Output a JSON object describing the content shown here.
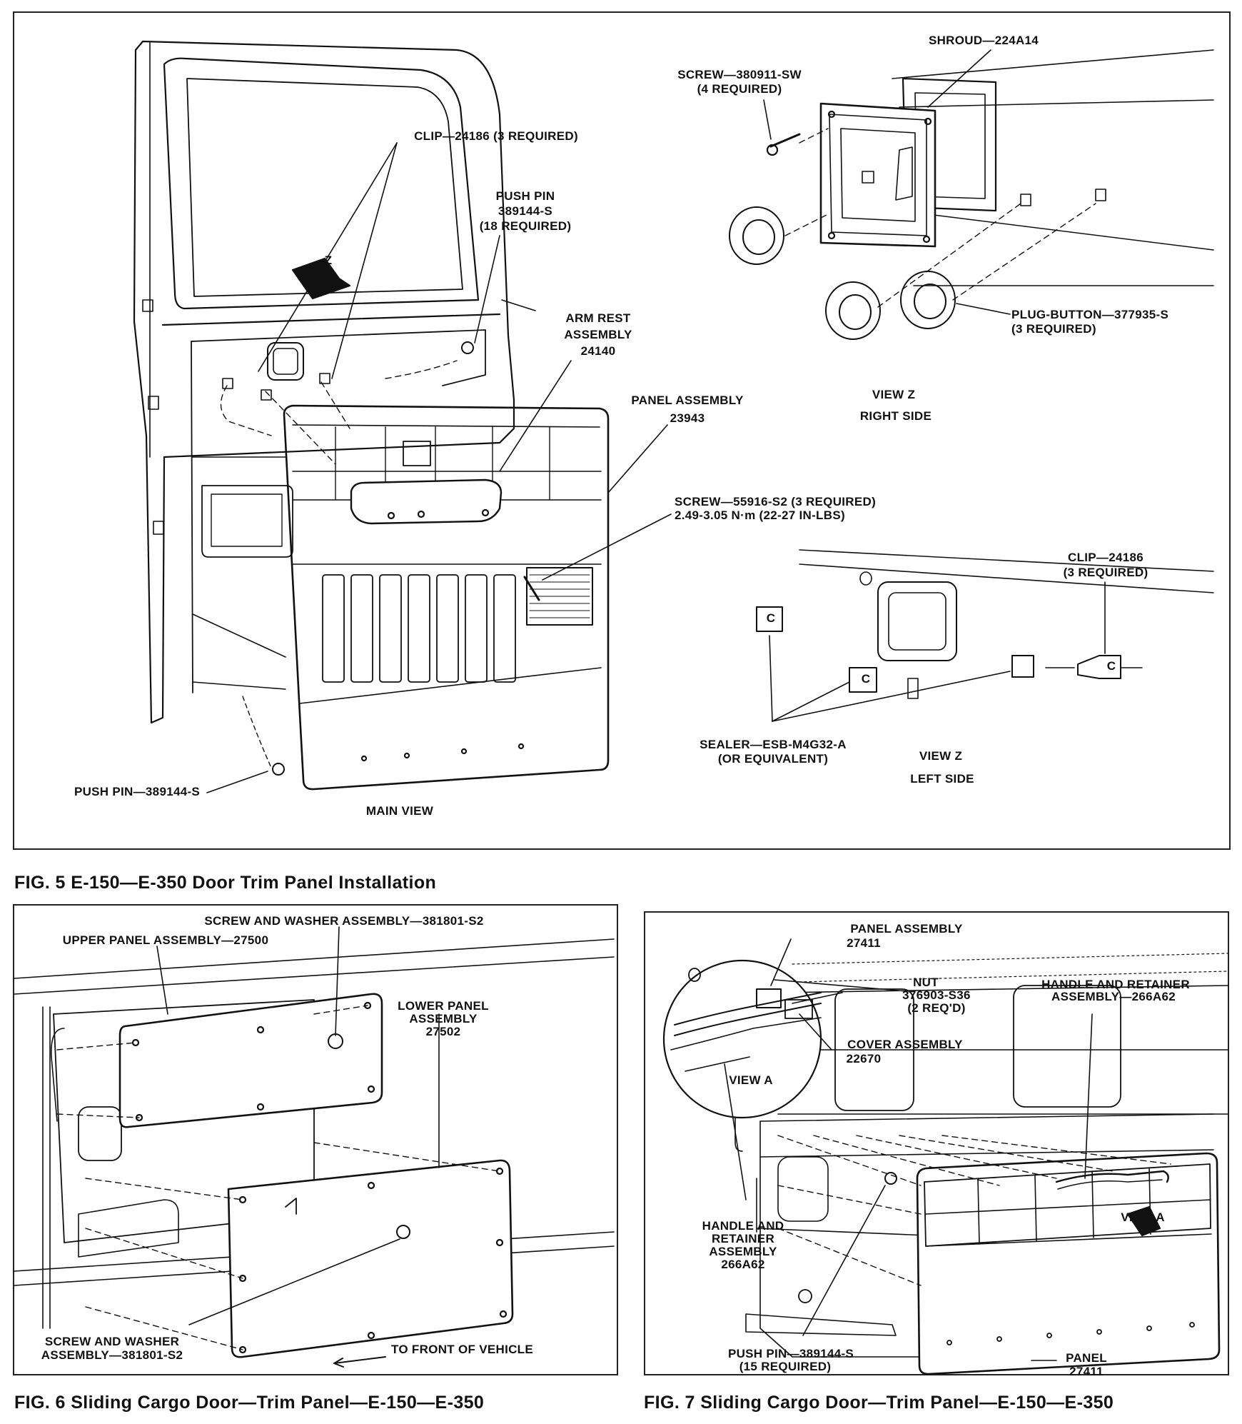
{
  "fig5": {
    "caption": "FIG. 5 E-150—E-350 Door Trim Panel Installation",
    "main_view": {
      "title": "MAIN VIEW",
      "arrow_label": "Z",
      "clip": "CLIP—24186 (3 REQUIRED)",
      "push_pin_upper": [
        "PUSH PIN",
        "389144-S",
        "(18 REQUIRED)"
      ],
      "arm_rest": [
        "ARM REST",
        "ASSEMBLY",
        "24140"
      ],
      "panel_assembly": [
        "PANEL ASSEMBLY",
        "23943"
      ],
      "screw": [
        "SCREW—55916-S2 (3 REQUIRED)",
        "2.49-3.05 N·m (22-27 IN-LBS)"
      ],
      "push_pin_lower": "PUSH PIN—389144-S"
    },
    "view_z_right": {
      "shroud": "SHROUD—224A14",
      "screw": [
        "SCREW—380911-SW",
        "(4 REQUIRED)"
      ],
      "plug_button": [
        "PLUG-BUTTON—377935-S",
        "(3 REQUIRED)"
      ],
      "title": [
        "VIEW Z",
        "RIGHT SIDE"
      ]
    },
    "view_z_left": {
      "clip": [
        "CLIP—24186",
        "(3 REQUIRED)"
      ],
      "sealer": [
        "SEALER—ESB-M4G32-A",
        "(OR EQUIVALENT)"
      ],
      "title": [
        "VIEW Z",
        "LEFT SIDE"
      ],
      "clip_letter": "C"
    }
  },
  "fig6": {
    "caption": "FIG. 6 Sliding Cargo Door—Trim Panel—E-150—E-350",
    "screw_top": "SCREW AND WASHER ASSEMBLY—381801-S2",
    "upper_panel": "UPPER PANEL ASSEMBLY—27500",
    "lower_panel": [
      "LOWER PANEL",
      "ASSEMBLY",
      "27502"
    ],
    "screw_bottom": [
      "SCREW AND WASHER",
      "ASSEMBLY—381801-S2"
    ],
    "to_front": "TO FRONT OF VEHICLE"
  },
  "fig7": {
    "caption": "FIG. 7 Sliding Cargo Door—Trim Panel—E-150—E-350",
    "panel_assembly": [
      "PANEL ASSEMBLY",
      "27411"
    ],
    "nut": [
      "NUT",
      "376903-S36",
      "(2 REQ'D)"
    ],
    "handle_top": [
      "HANDLE AND RETAINER",
      "ASSEMBLY—266A62"
    ],
    "cover": [
      "COVER ASSEMBLY",
      "22670"
    ],
    "view_a_left": "VIEW A",
    "view_a_right": "VIEW A",
    "handle_left": [
      "HANDLE AND",
      "RETAINER",
      "ASSEMBLY",
      "266A62"
    ],
    "push_pin": [
      "PUSH PIN—389144-S",
      "(15 REQUIRED)"
    ],
    "panel": [
      "PANEL",
      "27411"
    ]
  }
}
